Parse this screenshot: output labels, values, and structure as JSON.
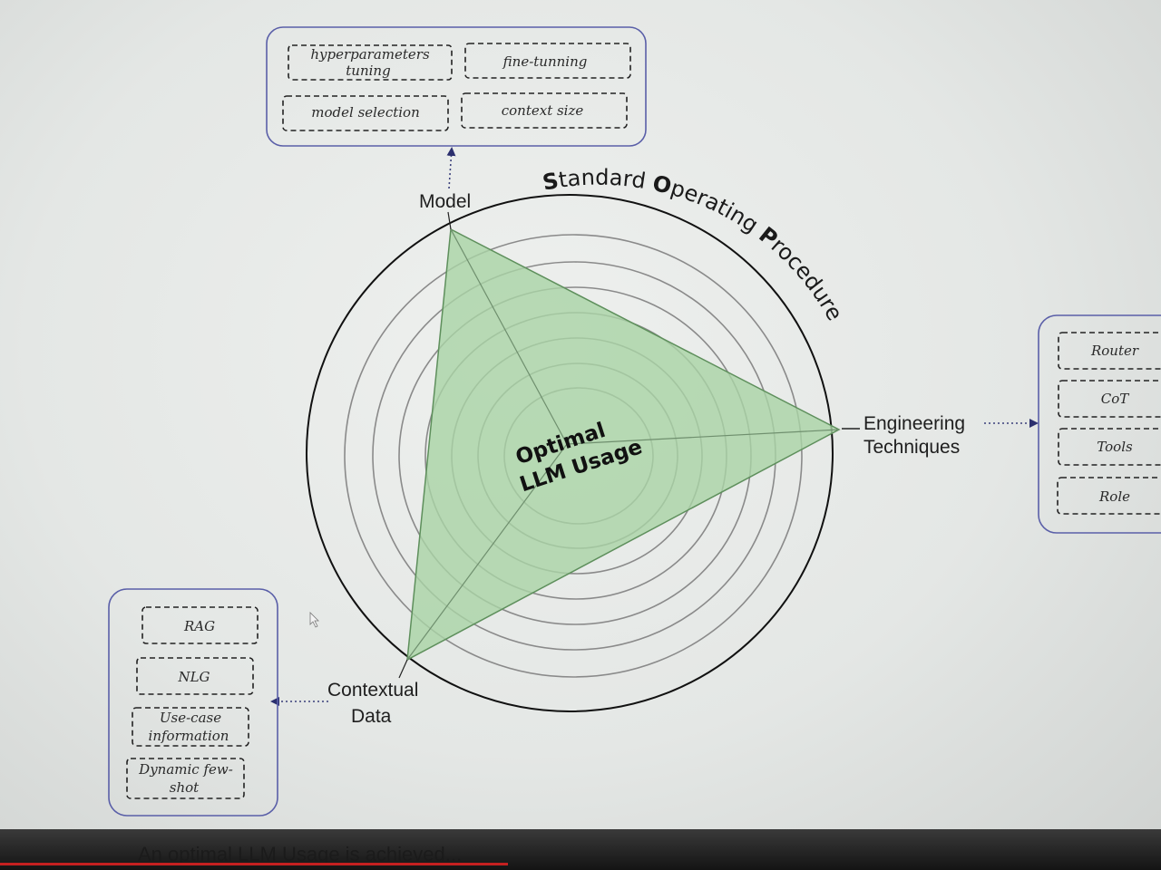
{
  "diagram": {
    "center_line1": "Optimal",
    "center_line2": "LLM Usage",
    "ring_title": [
      {
        "text": "S",
        "bold": true
      },
      {
        "text": "tandard ",
        "bold": false
      },
      {
        "text": "O",
        "bold": true
      },
      {
        "text": "perating ",
        "bold": false
      },
      {
        "text": "P",
        "bold": true
      },
      {
        "text": "rocedure",
        "bold": false
      }
    ],
    "axes": {
      "model": "Model",
      "engineering_line1": "Engineering",
      "engineering_line2": "Techniques",
      "contextual_line1": "Contextual",
      "contextual_line2": "Data"
    },
    "model_group": {
      "hyperparameters_line1": "hyperparameters",
      "hyperparameters_line2": "tuning",
      "fine_tuning": "fine-tunning",
      "model_selection": "model selection",
      "context_size": "context size"
    },
    "engineering_group": {
      "router": "Router",
      "cot": "CoT",
      "tools": "Tools",
      "role": "Role"
    },
    "contextual_group": {
      "rag": "RAG",
      "nlg": "NLG",
      "use_case_line1": "Use-case",
      "use_case_line2": "information",
      "few_shot_line1": "Dynamic few-",
      "few_shot_line2": "shot"
    },
    "colors": {
      "triangle_fill": "#a9d3a5",
      "group_border": "#5a5fa8",
      "ink": "#1a1a1a"
    }
  },
  "caption": "An optimal LLM Usage is achieved..."
}
